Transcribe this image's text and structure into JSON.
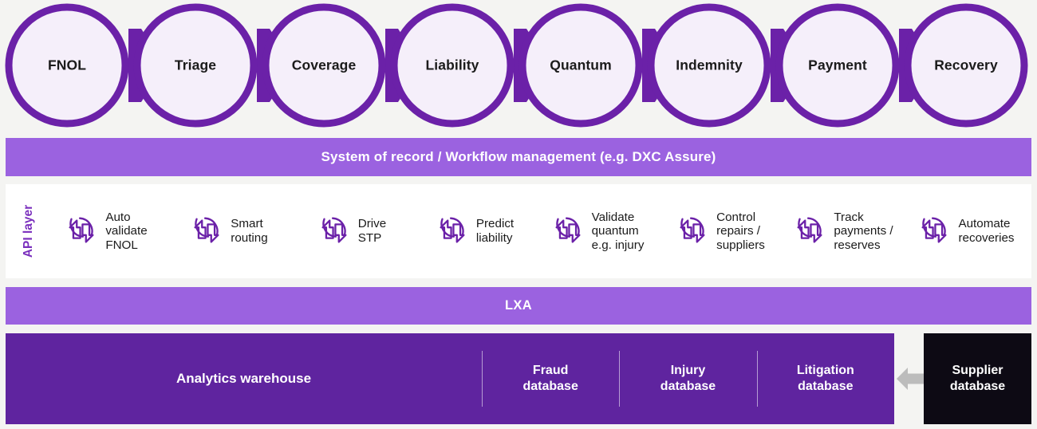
{
  "colors": {
    "background": "#f4f4f2",
    "brand_purple": "#5f249f",
    "band_purple": "#9b62e0",
    "circle_fill": "#f5effa",
    "circle_stroke": "#6b21a8",
    "supplier_black": "#0d0a14",
    "arrow_gray": "#bcbcbc",
    "text_dark": "#1b1b1b",
    "text_light": "#ffffff"
  },
  "pipeline": {
    "stages": [
      {
        "label": "FNOL"
      },
      {
        "label": "Triage"
      },
      {
        "label": "Coverage"
      },
      {
        "label": "Liability"
      },
      {
        "label": "Quantum"
      },
      {
        "label": "Indemnity"
      },
      {
        "label": "Payment"
      },
      {
        "label": "Recovery"
      }
    ]
  },
  "system_of_record": {
    "label": "System of record / Workflow management (e.g. DXC Assure)"
  },
  "api_layer": {
    "label": "API layer",
    "items": [
      {
        "icon": "sync-arrows-icon",
        "text": "Auto\nvalidate\nFNOL"
      },
      {
        "icon": "sync-arrows-icon",
        "text": "Smart\nrouting"
      },
      {
        "icon": "sync-arrows-icon",
        "text": "Drive\nSTP"
      },
      {
        "icon": "sync-arrows-icon",
        "text": "Predict\nliability"
      },
      {
        "icon": "sync-arrows-icon",
        "text": "Validate\nquantum\ne.g. injury"
      },
      {
        "icon": "sync-arrows-icon",
        "text": "Control\nrepairs /\nsuppliers"
      },
      {
        "icon": "sync-arrows-icon",
        "text": "Track\npayments /\nreserves"
      },
      {
        "icon": "sync-arrows-icon",
        "text": "Automate\nrecoveries"
      }
    ]
  },
  "lxa": {
    "label": "LXA"
  },
  "data_stores": {
    "warehouse": {
      "label": "Analytics warehouse"
    },
    "databases": [
      {
        "label": "Fraud\ndatabase"
      },
      {
        "label": "Injury\ndatabase"
      },
      {
        "label": "Litigation\ndatabase"
      }
    ],
    "external": {
      "label": "Supplier\ndatabase",
      "connector": "left-arrow-icon"
    }
  }
}
